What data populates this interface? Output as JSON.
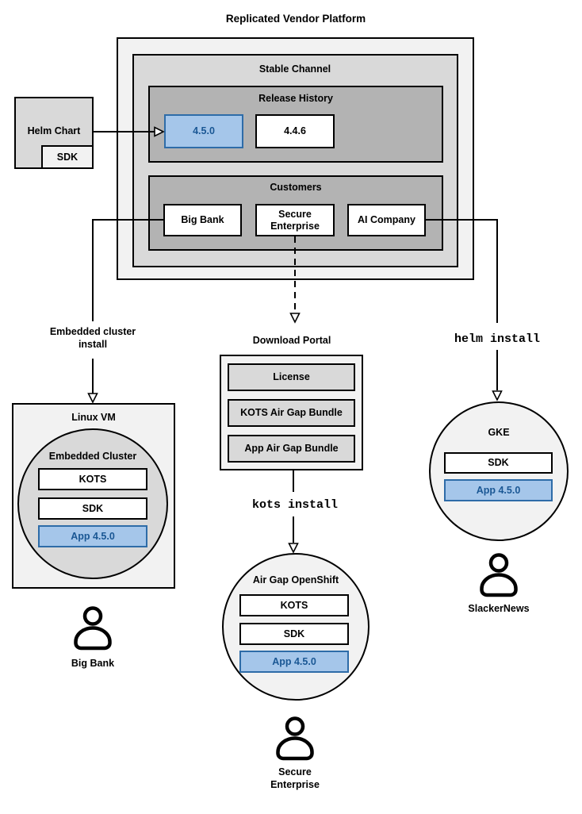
{
  "title": "Replicated Vendor Platform",
  "colors": {
    "highlight_fill": "#a5c6ea",
    "highlight_border": "#2e6ca8",
    "highlight_text": "#1a5794",
    "container_light": "#f2f2f2",
    "container_mid": "#d9d9d9",
    "container_dark": "#b3b3b3",
    "line": "#000000"
  },
  "platform": {
    "stable_channel": {
      "label": "Stable Channel",
      "release_history": {
        "label": "Release History",
        "current_release": "4.5.0",
        "previous_release": "4.4.6"
      },
      "customers": {
        "label": "Customers",
        "big_bank": "Big Bank",
        "secure_enterprise": "Secure Enterprise",
        "ai_company": "AI Company"
      }
    }
  },
  "helm_chart": {
    "label": "Helm Chart",
    "sdk": "SDK"
  },
  "branches": {
    "embedded": {
      "arrow_label": "Embedded cluster install",
      "host_label": "Linux VM",
      "cluster_label": "Embedded Cluster",
      "components": {
        "kots": "KOTS",
        "sdk": "SDK",
        "app": "App 4.5.0"
      },
      "user": "Big Bank",
      "user_icon": "user-icon"
    },
    "airgap": {
      "portal_label": "Download Portal",
      "portal_items": {
        "license": "License",
        "kots_bundle": "KOTS Air Gap Bundle",
        "app_bundle": "App Air Gap Bundle"
      },
      "install_command": "kots install",
      "cluster_label": "Air Gap OpenShift",
      "components": {
        "kots": "KOTS",
        "sdk": "SDK",
        "app": "App 4.5.0"
      },
      "user": "Secure Enterprise",
      "user_icon": "user-icon"
    },
    "helm": {
      "install_command": "helm install",
      "cluster_label": "GKE",
      "components": {
        "sdk": "SDK",
        "app": "App 4.5.0"
      },
      "user": "SlackerNews",
      "user_icon": "user-icon"
    }
  }
}
